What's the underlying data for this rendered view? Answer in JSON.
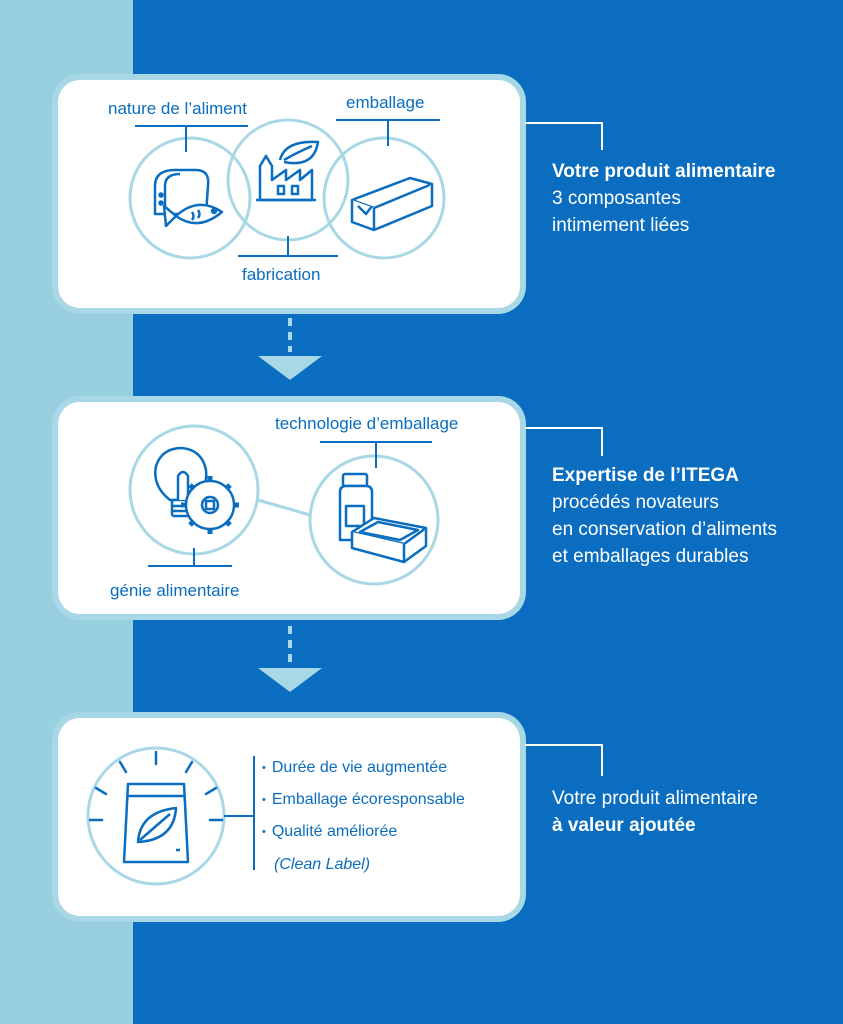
{
  "colors": {
    "dark_blue": "#0a6dbf",
    "light_blue": "#98d0e0",
    "outline": "#a8d7e6",
    "white": "#ffffff"
  },
  "section1": {
    "labels": {
      "nature": "nature de l’aliment",
      "packaging": "emballage",
      "manufacturing": "fabrication"
    },
    "side": {
      "title": "Votre produit alimentaire",
      "line2": "3 composantes",
      "line3": "intimement liées"
    },
    "icons": [
      "bread-fish-icon",
      "factory-leaf-icon",
      "package-icon"
    ]
  },
  "section2": {
    "labels": {
      "technology": "technologie d’emballage",
      "engineering": "génie alimentaire"
    },
    "side": {
      "title": "Expertise de l’ITEGA",
      "line2": "procédés novateurs",
      "line3": "en conservation d’aliments",
      "line4": "et emballages durables"
    },
    "icons": [
      "lightbulb-gear-icon",
      "bottle-tray-icon"
    ]
  },
  "section3": {
    "bullets": [
      "Durée de vie augmentée",
      "Emballage écoresponsable",
      "Qualité améliorée"
    ],
    "note": "(Clean Label)",
    "side": {
      "line1": "Votre produit alimentaire",
      "line2": "à valeur ajoutée"
    },
    "icons": [
      "leaf-pouch-icon"
    ]
  }
}
